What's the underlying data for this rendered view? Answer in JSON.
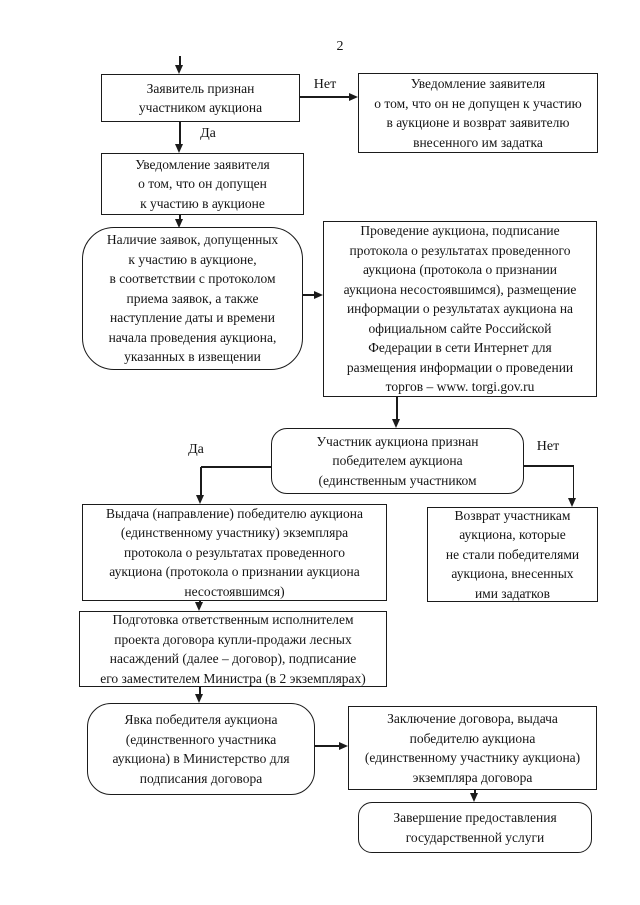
{
  "page": {
    "number": "2"
  },
  "edge_labels": {
    "yes": "Да",
    "no": "Нет"
  },
  "flowchart": {
    "type": "flowchart",
    "nodes": {
      "applicant_recognized": {
        "shape": "rect",
        "text": "Заявитель признан\nучастником аукциона"
      },
      "notice_not_admitted": {
        "shape": "rect",
        "text": "Уведомление заявителя\nо том, что он не допущен к участию\nв аукционе и возврат заявителю\nвнесенного им задатка"
      },
      "notice_admitted": {
        "shape": "rect",
        "text": "Уведомление заявителя\nо том, что он допущен\nк участию в аукционе"
      },
      "bids_present": {
        "shape": "rounded",
        "text": "Наличие заявок, допущенных\nк участию в аукционе,\nв соответствии с протоколом\nприема заявок, а также\nнаступление даты и времени\nначала проведения аукциона,\nуказанных в извещении"
      },
      "auction_conduct": {
        "shape": "rect",
        "text": "Проведение аукциона, подписание\nпротокола о результатах проведенного\nаукциона (протокола о признании\nаукциона несостоявшимся), размещение\nинформации о результатах аукциона на\nофициальном сайте Российской\nФедерации в сети Интернет для\nразмещения информации о проведении\nторгов – www. torgi.gov.ru"
      },
      "winner_recognized": {
        "shape": "rounded",
        "text": "Участник аукциона признан\nпобедителем аукциона\n(единственным участником"
      },
      "protocol_delivery": {
        "shape": "rect",
        "text": "Выдача (направление) победителю аукциона\n(единственному участнику) экземпляра\nпротокола о результатах проведенного\nаукциона (протокола о признании аукциона\nнесостоявшимся)"
      },
      "deposit_return": {
        "shape": "rect",
        "text": "Возврат участникам\nаукциона, которые\nне стали победителями\nаукциона, внесенных\nими задатков"
      },
      "contract_preparation": {
        "shape": "rect",
        "text": "Подготовка ответственным исполнителем\nпроекта договора купли-продажи лесных\nнасаждений (далее – договор), подписание\nего заместителем Министра (в 2 экземплярах)"
      },
      "winner_appearance": {
        "shape": "rounded",
        "text": "Явка победителя аукциона\n(единственного участника\nаукциона) в Министерство для\nподписания договора"
      },
      "contract_conclusion": {
        "shape": "rect",
        "text": "Заключение договора, выдача\nпобедителю аукциона\n(единственному участнику аукциона)\nэкземпляра договора"
      },
      "service_completion": {
        "shape": "rounded",
        "text": "Завершение предоставления\nгосударственной услуги"
      }
    }
  }
}
